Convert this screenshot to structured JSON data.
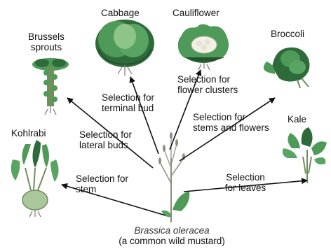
{
  "plants": {
    "cabbage": "Cabbage",
    "cauliflower": "Cauliflower",
    "brussels_line1": "Brussels",
    "brussels_line2": "sprouts",
    "broccoli": "Broccoli",
    "kohlrabi": "Kohlrabi",
    "kale": "Kale"
  },
  "selections": {
    "terminal_line1": "Selection for",
    "terminal_line2": "terminal bud",
    "flower_clusters_line1": "Selection for",
    "flower_clusters_line2": "flower clusters",
    "stems_flowers_line1": "Selection for",
    "stems_flowers_line2": "stems and flowers",
    "lateral_line1": "Selection for",
    "lateral_line2": "lateral buds",
    "stem_line1": "Selection for",
    "stem_line2": "stem",
    "leaves_line1": "Selection",
    "leaves_line2": "for leaves"
  },
  "ancestor": {
    "species": "Brassica oleracea",
    "common_name": "(a common wild mustard)"
  },
  "colors": {
    "leaf_dark": "#2f6b3a",
    "leaf_mid": "#4e9a58",
    "leaf_light": "#8cc48a",
    "stem": "#8a8f7a",
    "arrow": "#111111",
    "curd": "#f2f0e6"
  }
}
